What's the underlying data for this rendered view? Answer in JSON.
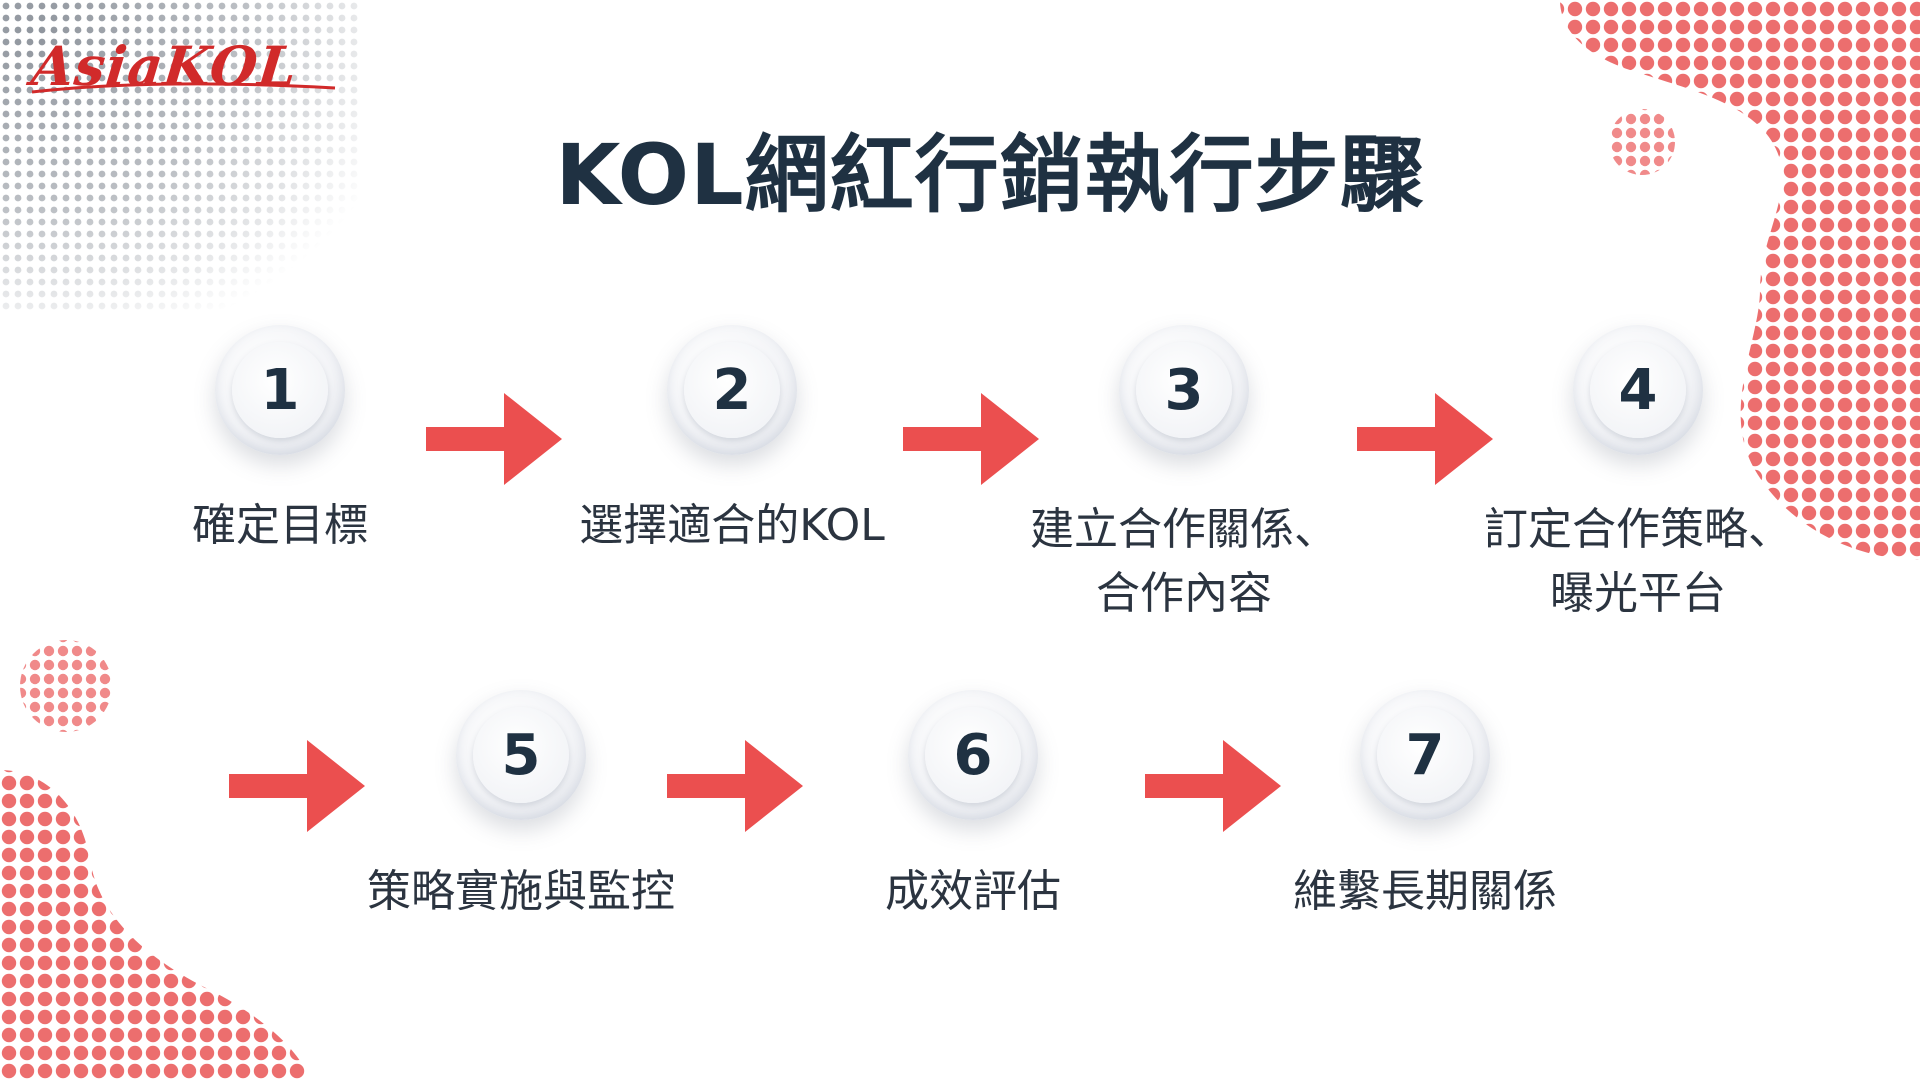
{
  "brand": {
    "logo_text": "AsiaKOL"
  },
  "title": "KOL網紅行銷執行步驟",
  "colors": {
    "arrow": "#eb4f4f",
    "title": "#1f3142",
    "dots_red": "#ec6e6e",
    "dots_gray": "#8f959d"
  },
  "steps": [
    {
      "number": "1",
      "label_lines": [
        "確定目標"
      ]
    },
    {
      "number": "2",
      "label_lines": [
        "選擇適合的KOL"
      ]
    },
    {
      "number": "3",
      "label_lines": [
        "建立合作關係、",
        "合作內容"
      ]
    },
    {
      "number": "4",
      "label_lines": [
        "訂定合作策略、",
        "曝光平台"
      ]
    },
    {
      "number": "5",
      "label_lines": [
        "策略實施與監控"
      ]
    },
    {
      "number": "6",
      "label_lines": [
        "成效評估"
      ]
    },
    {
      "number": "7",
      "label_lines": [
        "維繫長期關係"
      ]
    }
  ]
}
